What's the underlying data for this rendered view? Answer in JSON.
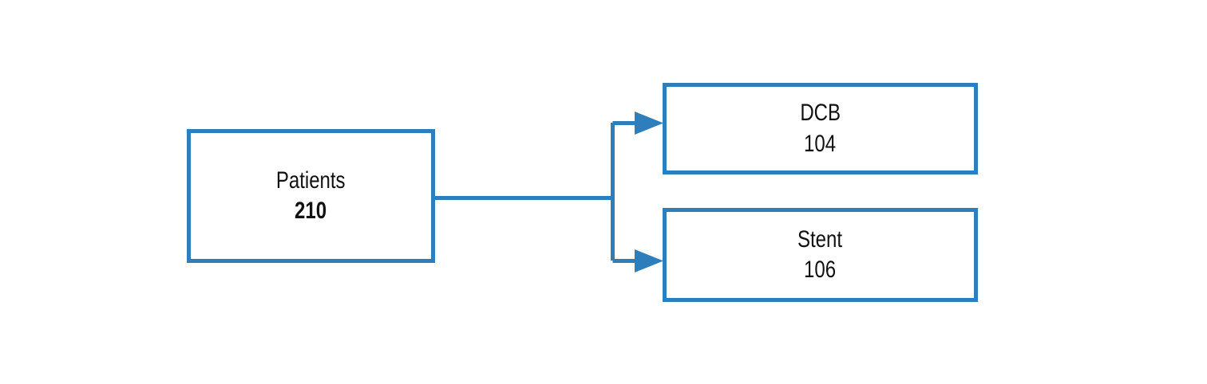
{
  "diagram": {
    "type": "flowchart",
    "orientation": "left-to-right",
    "background_color": "#ffffff",
    "accent_color": "#2E7EBC",
    "text_color": "#111111",
    "nodes": [
      {
        "id": "patients",
        "role": "source",
        "label": "Patients",
        "count": "210",
        "label_weight": "regular",
        "count_weight": "bold"
      },
      {
        "id": "dcb",
        "role": "treatment-arm",
        "label": "DCB",
        "count": "104",
        "label_weight": "regular",
        "count_weight": "regular"
      },
      {
        "id": "stent",
        "role": "treatment-arm",
        "label": "Stent",
        "count": "106",
        "label_weight": "regular",
        "count_weight": "regular"
      }
    ],
    "edges": [
      {
        "id": "patients-to-dcb",
        "from": "patients",
        "to": "dcb",
        "arrowhead": "solid-triangle"
      },
      {
        "id": "patients-to-stent",
        "from": "patients",
        "to": "stent",
        "arrowhead": "solid-triangle"
      }
    ]
  }
}
